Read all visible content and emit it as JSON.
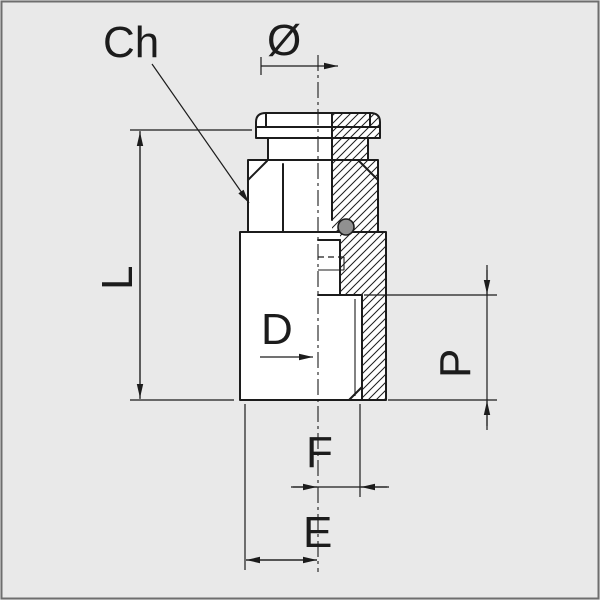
{
  "drawing": {
    "labels": {
      "ch": "Ch",
      "o": "Ø",
      "l": "L",
      "d": "D",
      "p": "P",
      "f": "F",
      "e": "E"
    },
    "colors": {
      "background": "#e9e9e9",
      "line": "#1c1c1c",
      "fill": "#ffffff",
      "oring": "#909090",
      "border": "#6e6e6e"
    }
  }
}
